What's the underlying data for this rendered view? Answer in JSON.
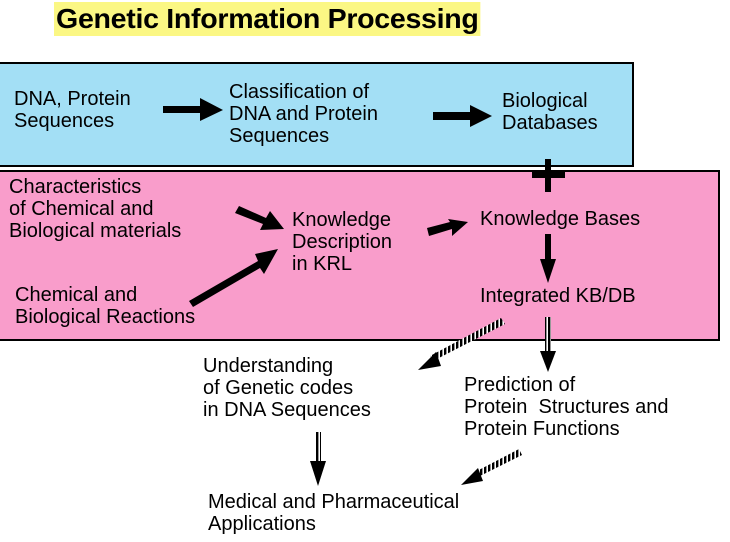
{
  "title": "Genetic Information Processing",
  "colors": {
    "title_highlight": "#fbf784",
    "sequence_panel": "#a3dff5",
    "knowledge_panel": "#f99dcb",
    "arrow": "#000000"
  },
  "sequence_panel": {
    "nodes": [
      {
        "id": "dna-protein-sequences",
        "text": "DNA, Protein\nSequences"
      },
      {
        "id": "classification",
        "text": "Classification of\nDNA and Protein\nSequences"
      },
      {
        "id": "biological-databases",
        "text": "Biological\nDatabases"
      }
    ]
  },
  "knowledge_panel": {
    "nodes": [
      {
        "id": "characteristics",
        "text": "Characteristics\nof Chemical and\nBiological materials"
      },
      {
        "id": "reactions",
        "text": "Chemical and\nBiological Reactions"
      },
      {
        "id": "knowledge-description",
        "text": "Knowledge\nDescription\nin KRL"
      },
      {
        "id": "knowledge-bases",
        "text": "Knowledge Bases"
      },
      {
        "id": "integrated-kb-db",
        "text": "Integrated KB/DB"
      }
    ],
    "plus_symbol": "+"
  },
  "outcomes": {
    "nodes": [
      {
        "id": "understanding",
        "text": "Understanding\nof Genetic codes\nin DNA Sequences"
      },
      {
        "id": "prediction",
        "text": "Prediction of\nProtein  Structures and\nProtein Functions"
      },
      {
        "id": "applications",
        "text": "Medical and Pharmaceutical\nApplications"
      }
    ]
  },
  "edges": [
    {
      "from": "dna-protein-sequences",
      "to": "classification",
      "style": "solid"
    },
    {
      "from": "classification",
      "to": "biological-databases",
      "style": "solid"
    },
    {
      "from": "biological-databases",
      "to": "knowledge-bases",
      "style": "plus"
    },
    {
      "from": "characteristics",
      "to": "knowledge-description",
      "style": "solid"
    },
    {
      "from": "reactions",
      "to": "knowledge-description",
      "style": "solid"
    },
    {
      "from": "knowledge-description",
      "to": "knowledge-bases",
      "style": "solid"
    },
    {
      "from": "knowledge-bases",
      "to": "integrated-kb-db",
      "style": "solid"
    },
    {
      "from": "integrated-kb-db",
      "to": "understanding",
      "style": "hatched"
    },
    {
      "from": "integrated-kb-db",
      "to": "prediction",
      "style": "hatched"
    },
    {
      "from": "understanding",
      "to": "applications",
      "style": "hatched"
    },
    {
      "from": "prediction",
      "to": "applications",
      "style": "hatched"
    }
  ]
}
